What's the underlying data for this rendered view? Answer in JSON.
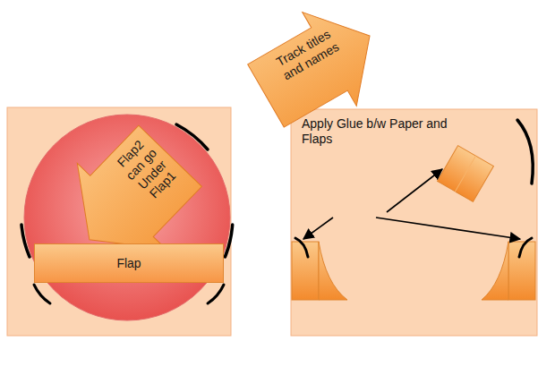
{
  "diagram": {
    "nodes": [
      {
        "text": [
          "Flap2 can go Under Flap1"
        ]
      },
      {
        "text": [
          "Flap"
        ]
      },
      {
        "text": [
          "Track titles and names"
        ]
      },
      {
        "text": [
          "Apply Glue b/w Paper and Flaps"
        ]
      }
    ]
  }
}
